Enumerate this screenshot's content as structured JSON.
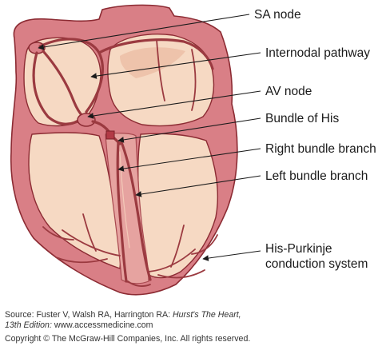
{
  "labels": {
    "sa_node": "SA node",
    "internodal_pathway": "Internodal pathway",
    "av_node": "AV node",
    "bundle_of_his": "Bundle of His",
    "right_bundle_branch": "Right bundle branch",
    "left_bundle_branch": "Left bundle branch",
    "his_purkinje_line1": "His-Purkinje",
    "his_purkinje_line2": "conduction system"
  },
  "source": {
    "line1_prefix": "Source: Fuster V, Walsh RA, Harrington RA: ",
    "line1_title": "Hurst's The Heart,",
    "line2_edition": "13th Edition: ",
    "line2_site": "www.accessmedicine.com",
    "copyright": "Copyright © The McGraw-Hill Companies, Inc. All rights reserved."
  },
  "colors": {
    "myocardium": "#d97f86",
    "outline": "#8c2b33",
    "chamber": "#f6d9c3",
    "text": "#1a1a1a"
  }
}
